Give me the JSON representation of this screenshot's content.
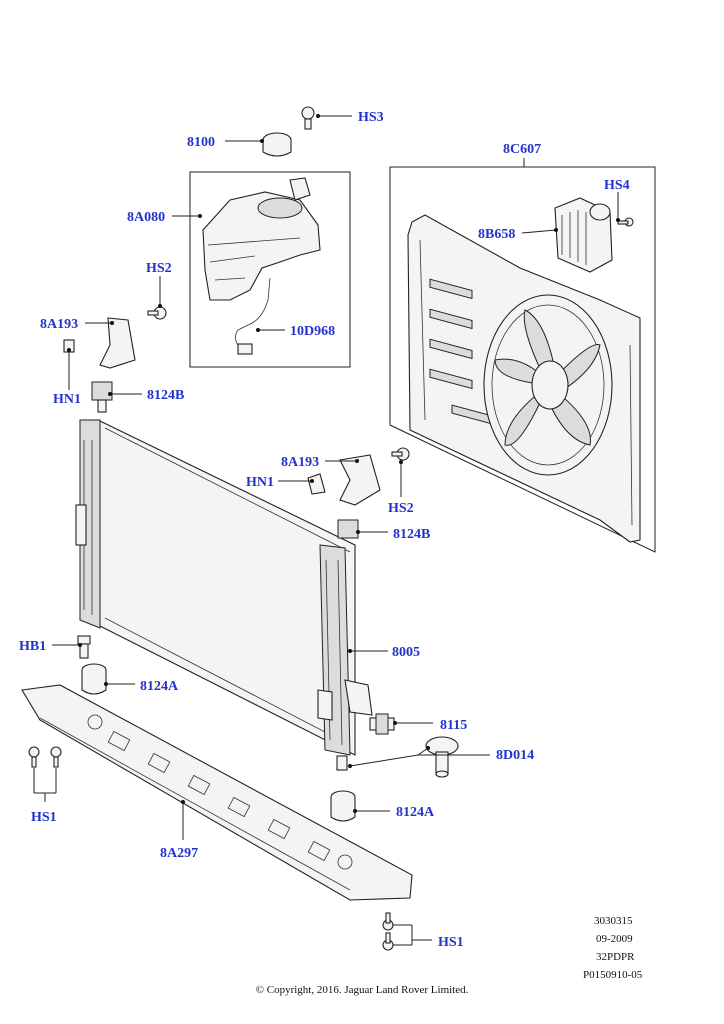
{
  "callouts": {
    "hs3": "HS3",
    "c8100": "8100",
    "c8c607": "8C607",
    "hs4": "HS4",
    "c8a080": "8A080",
    "c8b658": "8B658",
    "hs2_top": "HS2",
    "c8a193_top": "8A193",
    "c10d968": "10D968",
    "hn1_top": "HN1",
    "c8124b_top": "8124B",
    "c8a193_mid": "8A193",
    "hn1_mid": "HN1",
    "hs2_mid": "HS2",
    "c8124b_mid": "8124B",
    "hb1": "HB1",
    "c8005": "8005",
    "c8124a_left": "8124A",
    "c8115": "8115",
    "c8d014": "8D014",
    "hs1_left": "HS1",
    "c8124a_right": "8124A",
    "c8a297": "8A297",
    "hs1_bottom": "HS1"
  },
  "meta": {
    "line1": "3030315",
    "line2": "09-2009",
    "line3": "32PDPR",
    "line4": "P0150910-05"
  },
  "copyright": "© Copyright, 2016. Jaguar Land Rover Limited.",
  "colors": {
    "callout": "#2233cc",
    "line": "#222222"
  }
}
